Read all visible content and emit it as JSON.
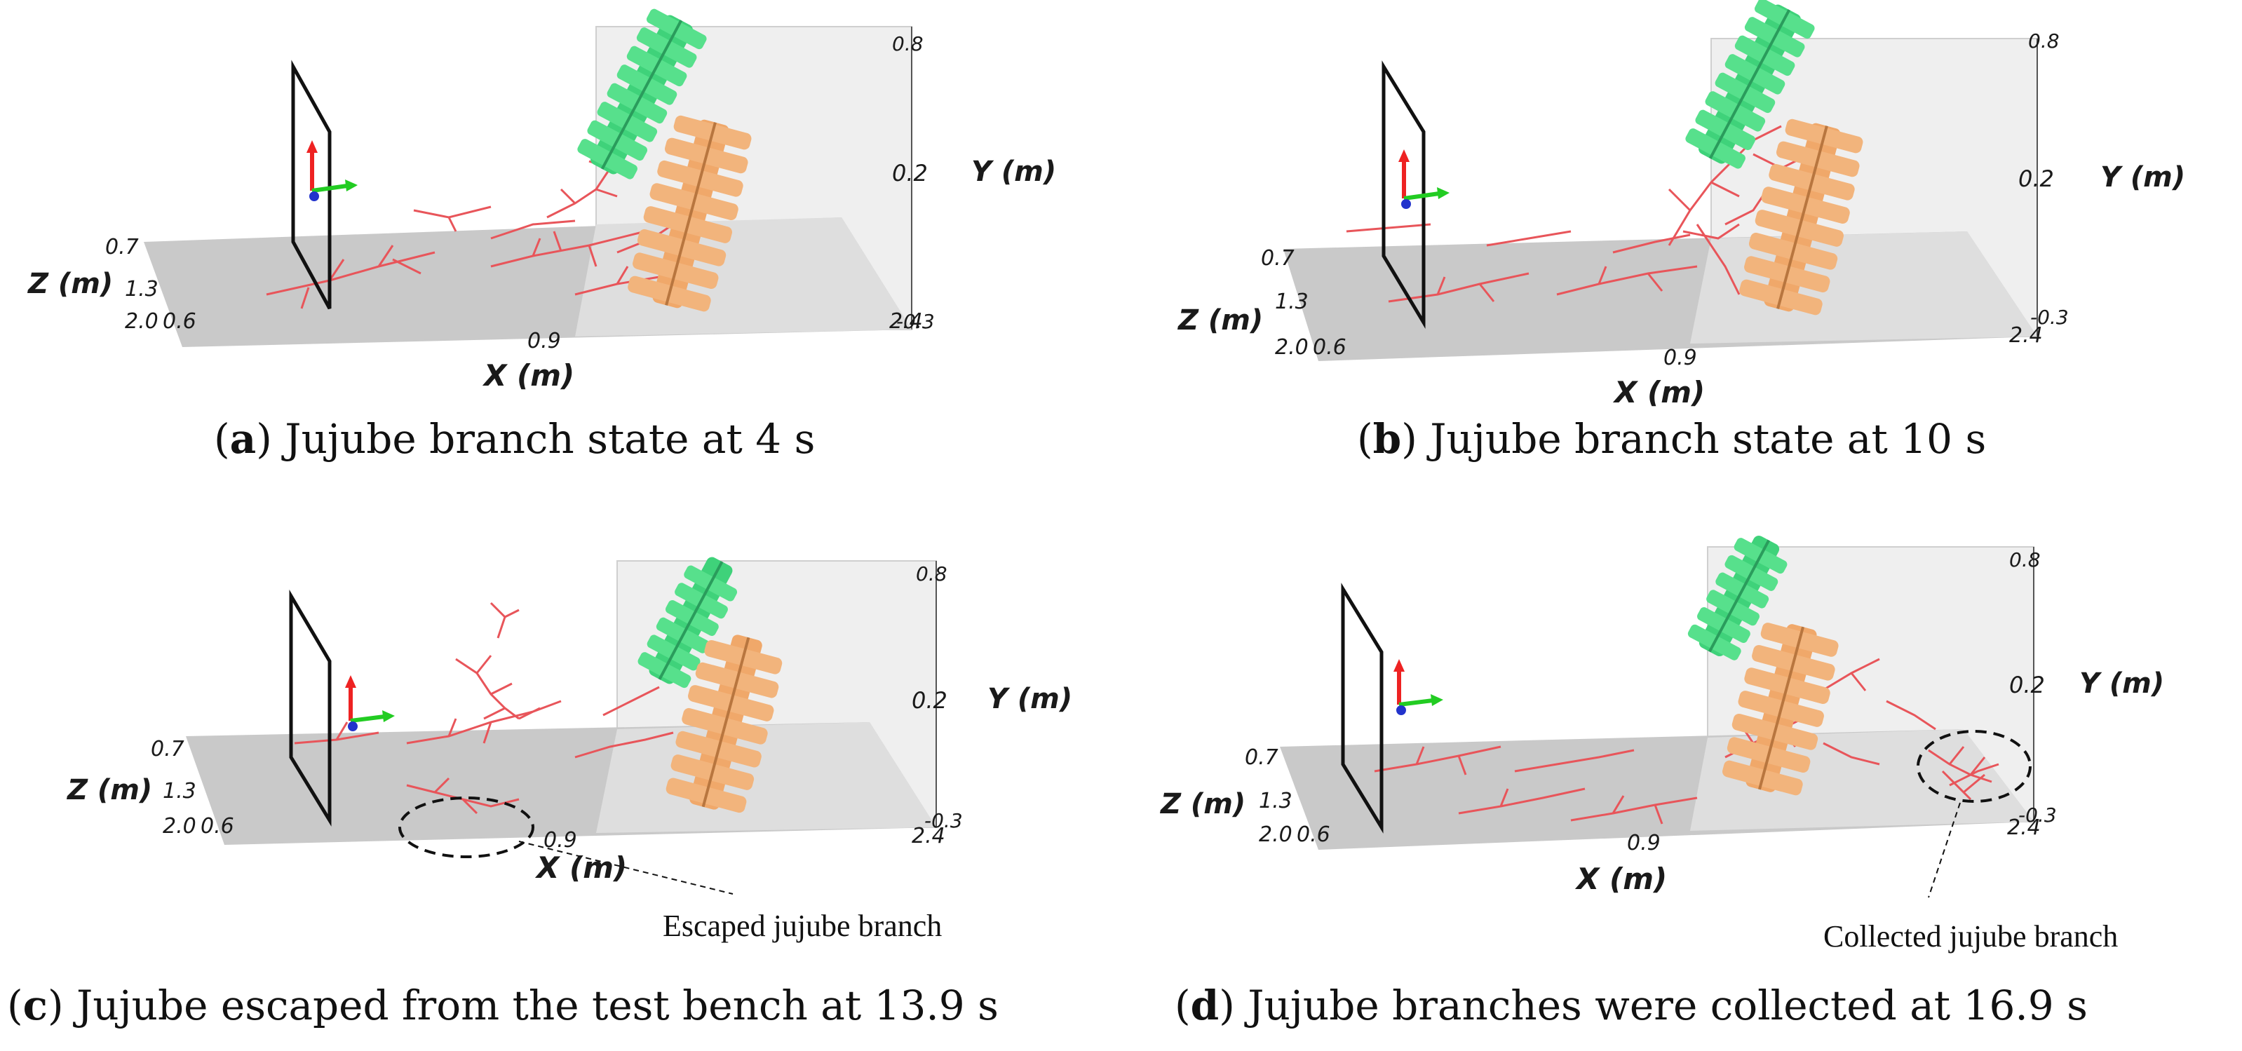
{
  "panels": [
    {
      "id": "a",
      "letter": "a",
      "caption_text": " Jujube branch state at 4 s",
      "ticks": {
        "y_top": "0.8",
        "y_mid": "0.2",
        "y_bot": "-0.3",
        "z_a": "0.7",
        "z_b": "1.3",
        "z_c": "2.0",
        "x_a": "0.6",
        "x_b": "0.9",
        "x_c": "2.4"
      },
      "axes": {
        "x": "X (m)",
        "y": "Y (m)",
        "z": "Z (m)"
      }
    },
    {
      "id": "b",
      "letter": "b",
      "caption_text": " Jujube branch state at 10 s",
      "ticks": {
        "y_top": "0.8",
        "y_mid": "0.2",
        "y_bot": "-0.3",
        "z_a": "0.7",
        "z_b": "1.3",
        "z_c": "2.0",
        "x_a": "0.6",
        "x_b": "0.9",
        "x_c": "2.4"
      },
      "axes": {
        "x": "X (m)",
        "y": "Y (m)",
        "z": "Z (m)"
      }
    },
    {
      "id": "c",
      "letter": "c",
      "caption_text": " Jujube escaped from the test bench at 13.9 s",
      "ticks": {
        "y_top": "0.8",
        "y_mid": "0.2",
        "y_bot": "-0.3",
        "z_a": "0.7",
        "z_b": "1.3",
        "z_c": "2.0",
        "x_a": "0.6",
        "x_b": "0.9",
        "x_c": "2.4"
      },
      "axes": {
        "x": "X (m)",
        "y": "Y (m)",
        "z": "Z (m)"
      },
      "annotation": "Escaped jujube branch"
    },
    {
      "id": "d",
      "letter": "d",
      "caption_text": " Jujube branches were collected at 16.9 s",
      "ticks": {
        "y_top": "0.8",
        "y_mid": "0.2",
        "y_bot": "-0.3",
        "z_a": "0.7",
        "z_b": "1.3",
        "z_c": "2.0",
        "x_a": "0.6",
        "x_b": "0.9",
        "x_c": "2.4"
      },
      "axes": {
        "x": "X (m)",
        "y": "Y (m)",
        "z": "Z (m)"
      },
      "annotation": "Collected jujube branch"
    }
  ],
  "colors": {
    "branch": "#e8555a",
    "upper_roller": "#3fd27a",
    "lower_roller": "#f0a86a",
    "floor": "#c9c9c9",
    "frame": "#111111"
  }
}
